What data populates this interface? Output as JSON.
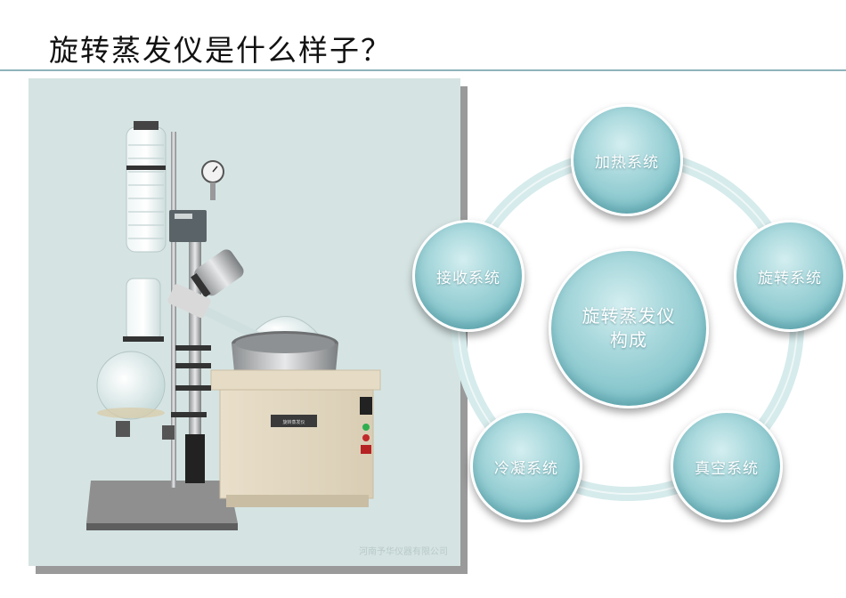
{
  "slide": {
    "title": "旋转蒸发仪是什么样子？"
  },
  "photo": {
    "watermark": "河南予华仪器有限公司",
    "caption_plate": "旋转蒸发仪"
  },
  "diagram": {
    "center_line1": "旋转蒸发仪",
    "center_line2": "构成",
    "nodes": {
      "top": "加热系统",
      "right": "旋转系统",
      "bottom_right": "真空系统",
      "bottom_left": "冷凝系统",
      "left": "接收系统"
    }
  },
  "colors": {
    "node_fill": "#7fc2c9",
    "ring": "#d6ebec",
    "title_rule": "#8fb3bb",
    "photo_bg": "#d5e4e3"
  }
}
